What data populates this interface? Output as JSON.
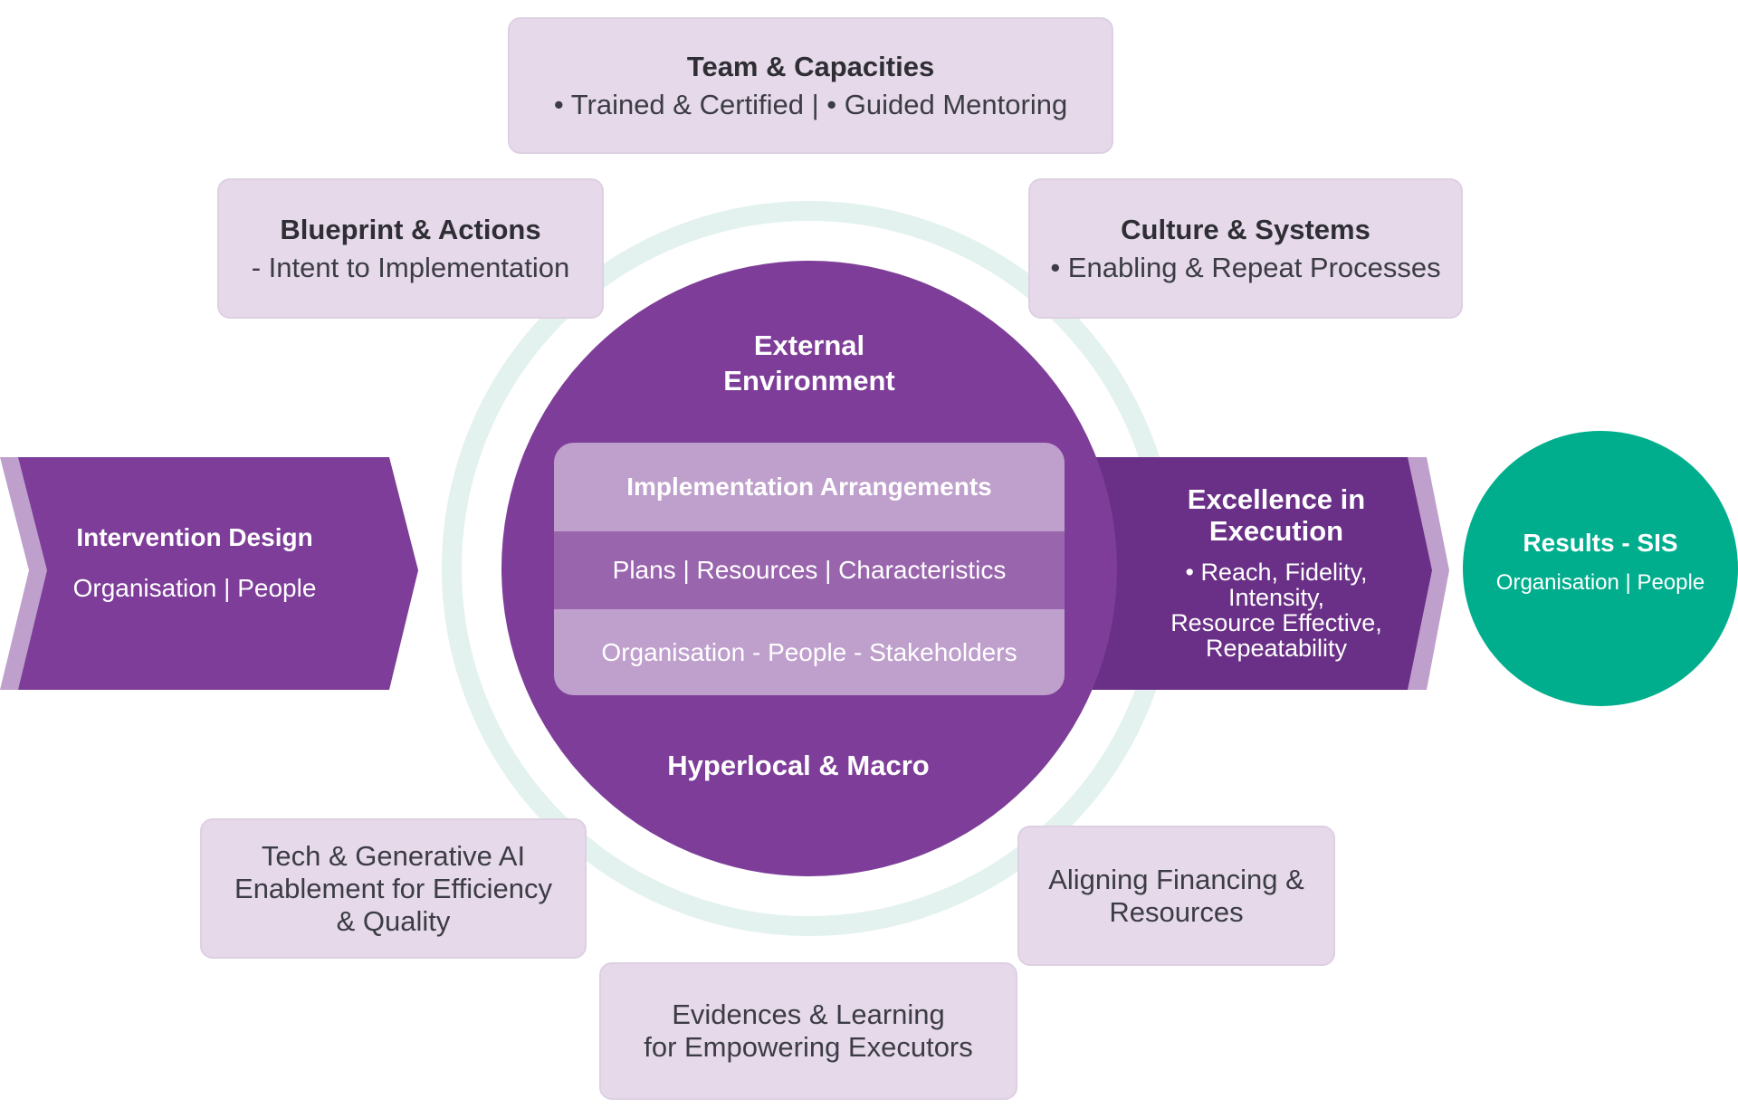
{
  "top_box": {
    "title": "Team & Capacities",
    "subtitle": "• Trained & Certified | • Guided Mentoring"
  },
  "blueprint_box": {
    "title": "Blueprint & Actions",
    "subtitle": "- Intent to Implementation"
  },
  "culture_box": {
    "title": "Culture & Systems",
    "subtitle": "• Enabling & Repeat Processes"
  },
  "tech_box": {
    "text": "Tech & Generative AI\nEnablement for Efficiency\n& Quality"
  },
  "financing_box": {
    "text": "Aligning Financing &\nResources"
  },
  "evidence_box": {
    "text": "Evidences & Learning\nfor Empowering Executors"
  },
  "center": {
    "top_label": "External\nEnvironment",
    "bottom_label": "Hyperlocal & Macro",
    "rows": [
      "Implementation Arrangements",
      "Plans | Resources | Characteristics",
      "Organisation - People - Stakeholders"
    ]
  },
  "left_arrow": {
    "title": "Intervention Design",
    "subtitle": "Organisation | People"
  },
  "right_arrow": {
    "title": "Excellence in\nExecution",
    "body": "• Reach, Fidelity,\nIntensity,\nResource Effective,\nRepeatability"
  },
  "results": {
    "title": "Results - SIS",
    "subtitle": "Organisation | People"
  },
  "colors": {
    "purple": "#7d3d98",
    "dark_purple": "#6a2f86",
    "light_purple": "#bf9fcc",
    "mid_purple": "#9965ad",
    "lavender_box": "#e6d9ea",
    "ring": "#e3f2ee",
    "teal": "#00ae8d"
  }
}
